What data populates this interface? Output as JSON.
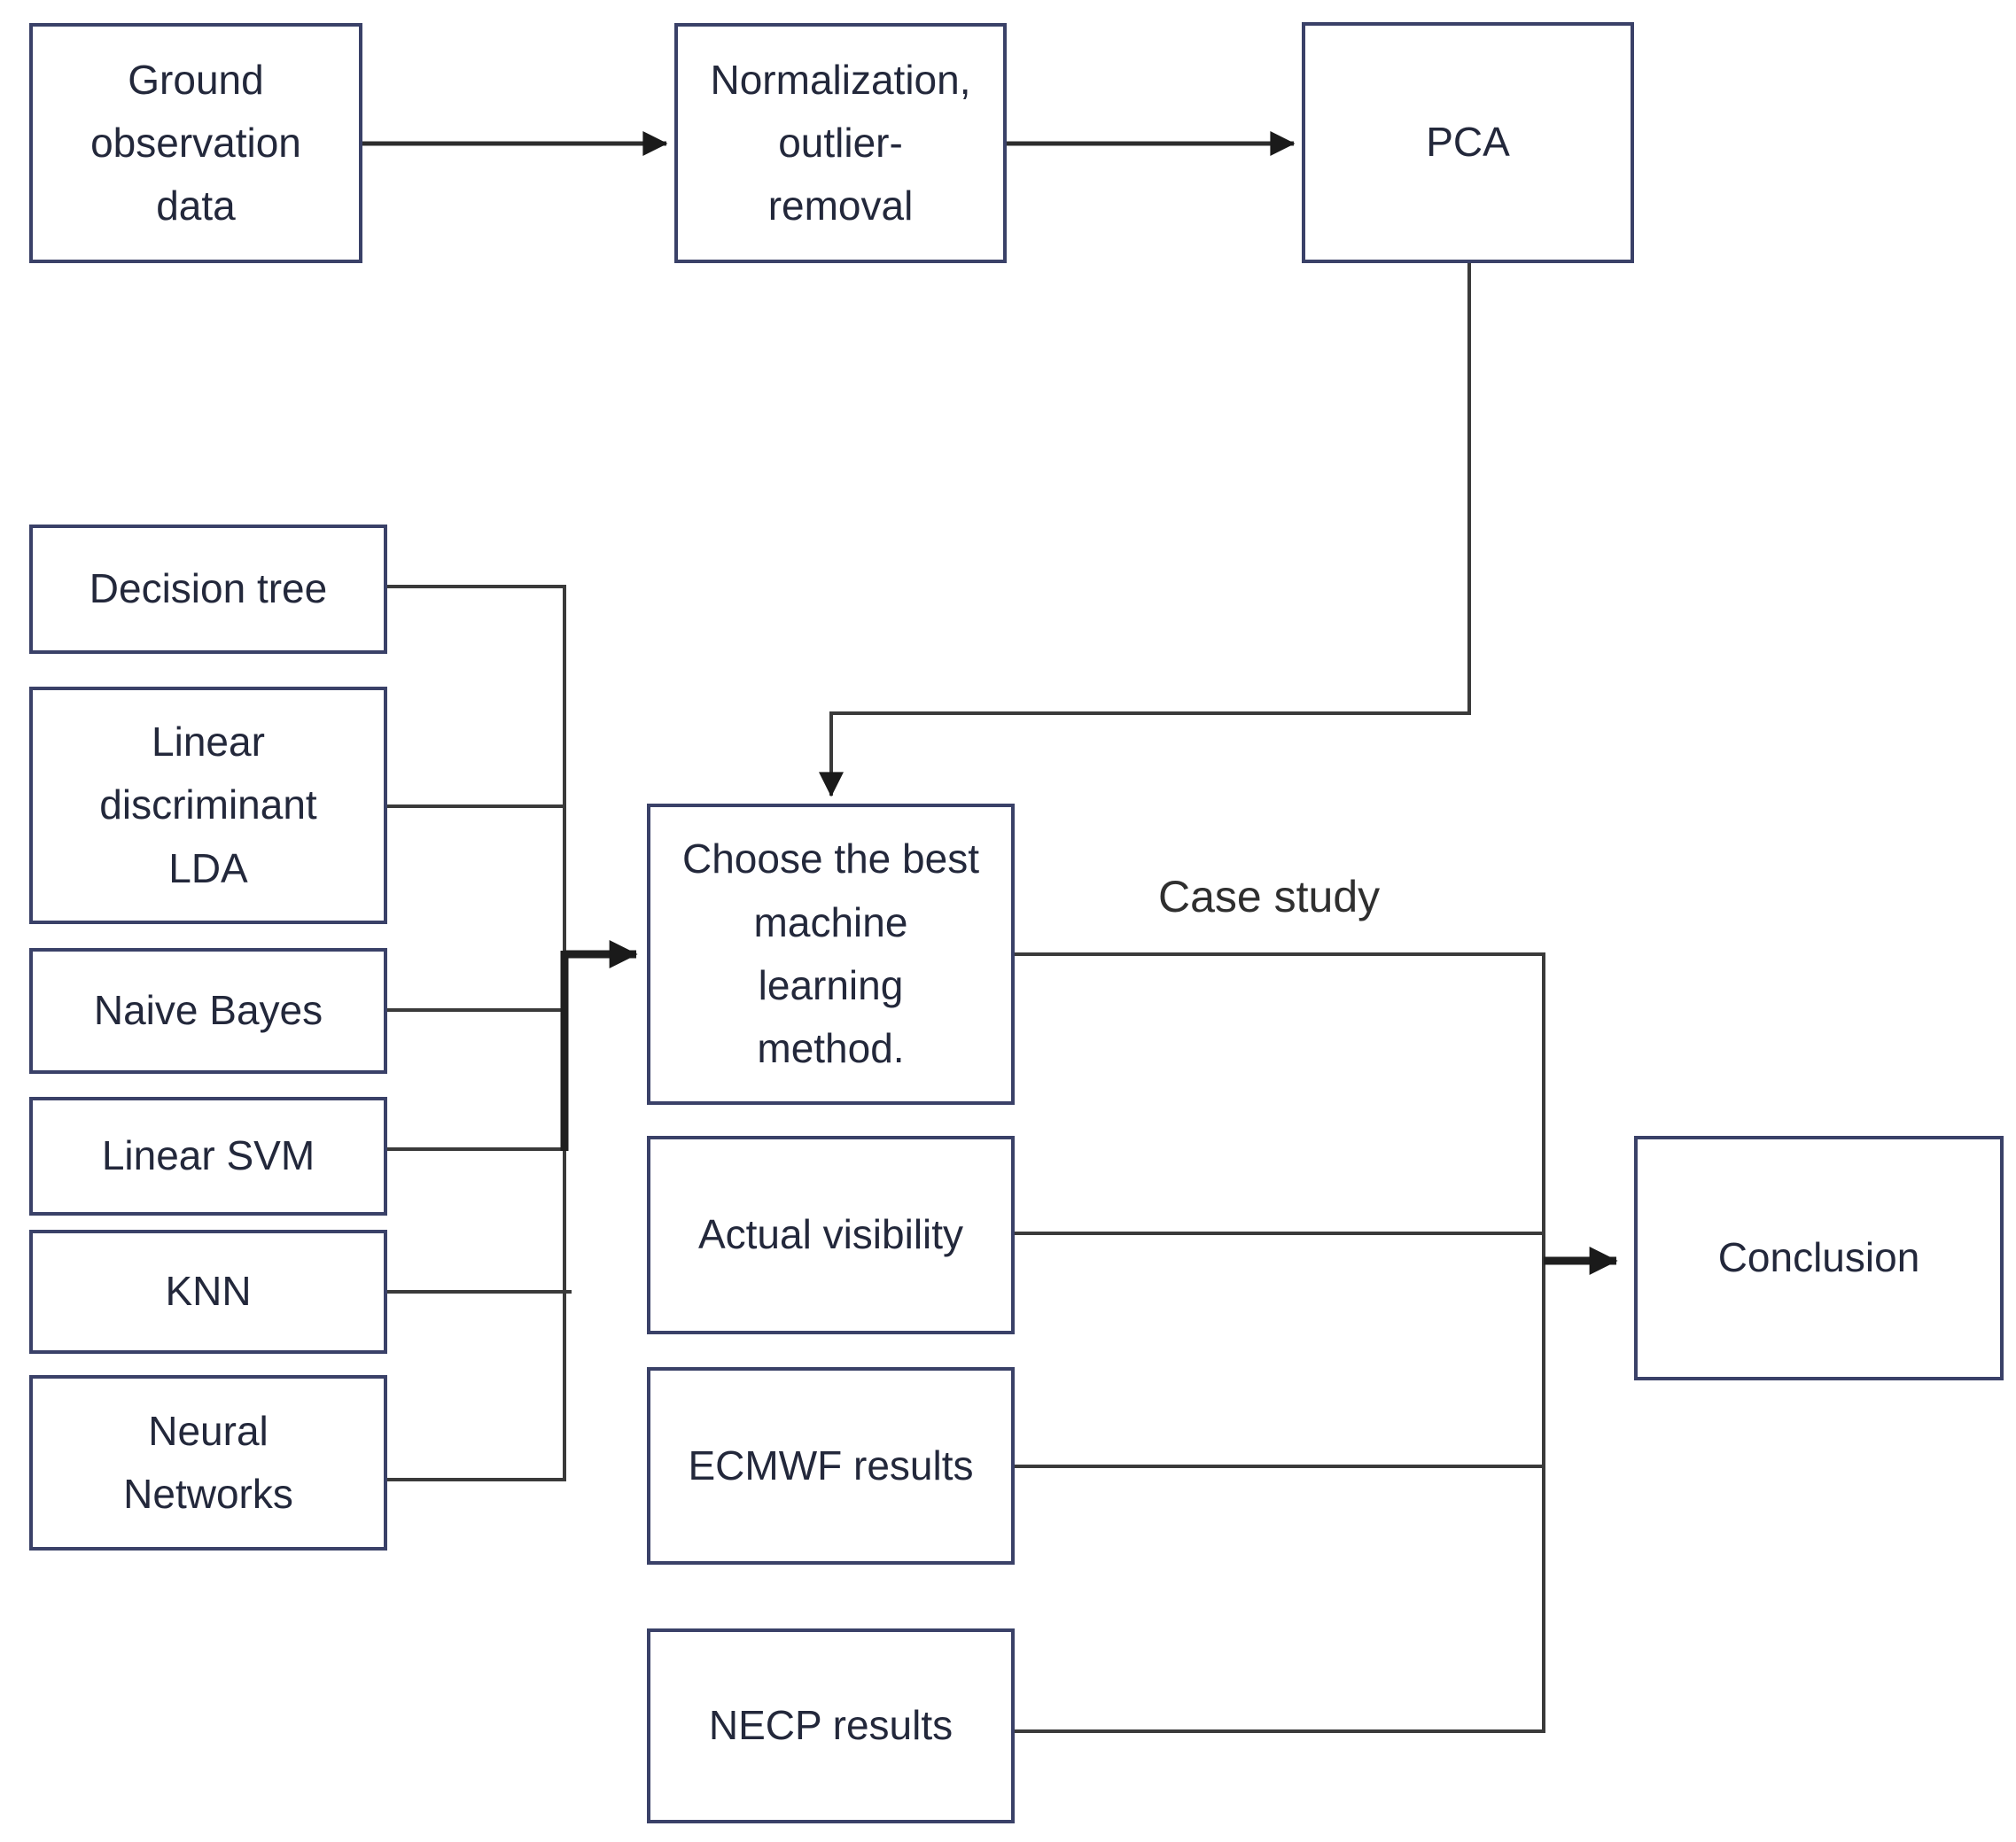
{
  "diagram": {
    "type": "flowchart",
    "background": "#ffffff",
    "colors": {
      "box_border": "#3a4168",
      "box_fill": "#ffffff",
      "box_text": "#23283b",
      "connector": "#3a3a3a",
      "arrowhead": "#1a1a1a",
      "edge_label_text": "#2f2f2f"
    },
    "nodes": {
      "ground_observation": {
        "label": "Ground\nobservation\ndata"
      },
      "normalization": {
        "label": "Normalization,\noutlier-\nremoval"
      },
      "pca": {
        "label": "PCA"
      },
      "decision_tree": {
        "label": "Decision tree"
      },
      "lda": {
        "label": "Linear\ndiscriminant\nLDA"
      },
      "naive_bayes": {
        "label": "Naive Bayes"
      },
      "linear_svm": {
        "label": "Linear SVM"
      },
      "knn": {
        "label": "KNN"
      },
      "neural_networks": {
        "label": "Neural\nNetworks"
      },
      "choose_best": {
        "label": "Choose the best\nmachine\nlearning\nmethod."
      },
      "actual_visibility": {
        "label": "Actual visibility"
      },
      "ecmwf_results": {
        "label": "ECMWF results"
      },
      "necp_results": {
        "label": "NECP results"
      },
      "conclusion": {
        "label": "Conclusion"
      }
    },
    "edge_labels": {
      "case_study": "Case study"
    },
    "edges": [
      {
        "from": "ground_observation",
        "to": "normalization",
        "style": "arrow"
      },
      {
        "from": "normalization",
        "to": "pca",
        "style": "arrow"
      },
      {
        "from": "pca",
        "to": "choose_best",
        "style": "elbow-arrow"
      },
      {
        "from": "decision_tree",
        "to": "choose_best",
        "via": "merge-trunk"
      },
      {
        "from": "lda",
        "to": "choose_best",
        "via": "merge-trunk"
      },
      {
        "from": "naive_bayes",
        "to": "choose_best",
        "via": "merge-trunk"
      },
      {
        "from": "linear_svm",
        "to": "choose_best",
        "via": "merge-trunk"
      },
      {
        "from": "knn",
        "to": "choose_best",
        "via": "merge-trunk"
      },
      {
        "from": "neural_networks",
        "to": "choose_best",
        "via": "merge-trunk"
      },
      {
        "from": "choose_best",
        "to": "conclusion",
        "label": "Case study"
      },
      {
        "from": "actual_visibility",
        "to": "conclusion",
        "style": "bold-arrow-junction"
      },
      {
        "from": "ecmwf_results",
        "to": "conclusion"
      },
      {
        "from": "necp_results",
        "to": "conclusion"
      }
    ]
  }
}
